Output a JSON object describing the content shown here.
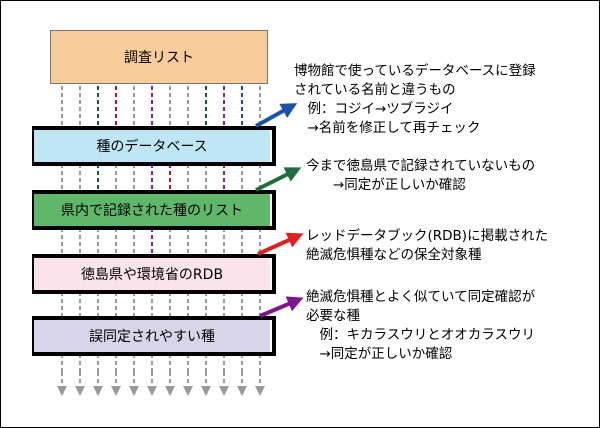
{
  "colors": {
    "background": "#ffffff",
    "title_box": "#f9cd9a",
    "species_db_box": "#bfe6f5",
    "prefecture_list_box": "#5fb86a",
    "rdb_box": "#fbe3ec",
    "misid_box": "#d8d4ea",
    "arrow_blue": "#1a52a8",
    "arrow_green": "#1f6e3e",
    "arrow_red": "#e02020",
    "arrow_purple": "#7d1490",
    "line_gray": "#9a9a9a",
    "line_red": "#c0102a",
    "line_darkgreen": "#1e5a2e",
    "line_blue": "#1a4aa8",
    "line_purple": "#8a1a9a",
    "bar": "#000000"
  },
  "diagram": {
    "top_box": {
      "label": "調査リスト"
    },
    "filters": [
      {
        "label": "種のデータベース",
        "arrow_color": "arrow_blue"
      },
      {
        "label": "県内で記録された種のリスト",
        "arrow_color": "arrow_green"
      },
      {
        "label": "徳島県や環境省のRDB",
        "arrow_color": "arrow_red"
      },
      {
        "label": "誤同定されやすい種",
        "arrow_color": "arrow_purple"
      }
    ],
    "notes": [
      {
        "lines": [
          "博物館で使っているデータベースに登録",
          "されている名前と違うもの",
          "　例：コジイ→ツブラジイ",
          "　→名前を修正して再チェック"
        ]
      },
      {
        "lines": [
          "今まで徳島県で記録されていないもの",
          "　　→同定が正しいか確認"
        ]
      },
      {
        "lines": [
          "レッドデータブック(RDB)に掲載された",
          "絶滅危惧種などの保全対象種"
        ]
      },
      {
        "lines": [
          "絶滅危惧種とよく似ていて同定確認が",
          "必要な種",
          "　例：キカラスウリとオオカラスウリ",
          "　→同定が正しいか確認"
        ]
      }
    ]
  }
}
